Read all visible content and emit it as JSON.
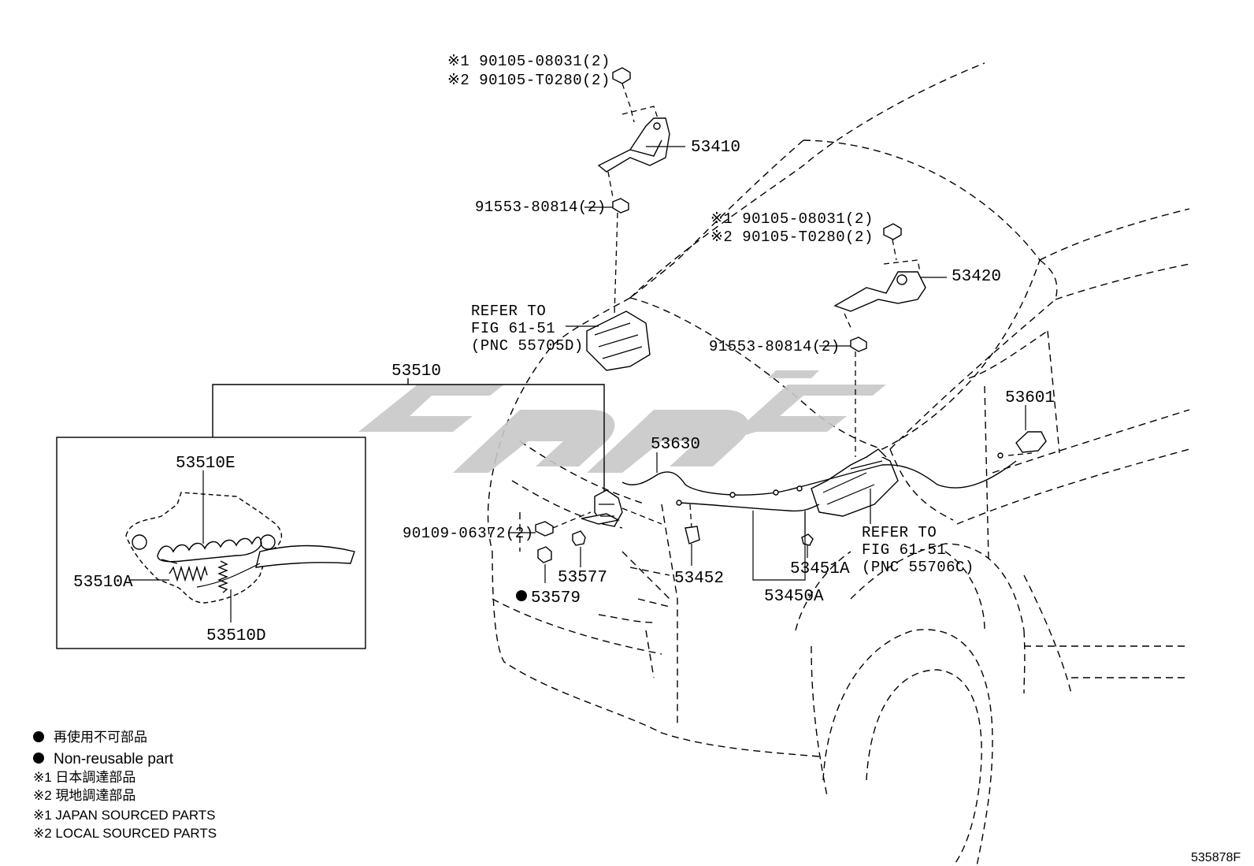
{
  "diagram": {
    "figure_code": "535878F",
    "labels": {
      "bolt_top_1": "※1 90105-08031(2)",
      "bolt_top_2": "※2 90105-T0280(2)",
      "hinge_left": "53410",
      "nut_left": "91553-80814(2)",
      "bolt_right_1": "※1 90105-08031(2)",
      "bolt_right_2": "※2 90105-T0280(2)",
      "hinge_right": "53420",
      "nut_right": "91553-80814(2)",
      "refer_left_1": "REFER TO",
      "refer_left_2": "FIG 61-51",
      "refer_left_3": "(PNC 55705D)",
      "refer_right_1": "REFER TO",
      "refer_right_2": "FIG 61-51",
      "refer_right_3": "(PNC 55706C)",
      "lock_assy": "53510",
      "lock_spring_e": "53510E",
      "lock_spring_a": "53510A",
      "lock_spring_d": "53510D",
      "lock_bolt": "90109-06372(2)",
      "cushion_577": "53577",
      "cushion_579": "53579",
      "cable": "53630",
      "clamp_452": "53452",
      "clip_451a": "53451A",
      "cable_assy": "53450A",
      "lever": "53601"
    },
    "legend": {
      "jp_nonreusable": "再使用不可部品",
      "en_nonreusable": "Non-reusable part",
      "jp_japan": "※1 日本調達部品",
      "jp_local": "※2 現地調達部品",
      "en_japan": "※1 JAPAN SOURCED PARTS",
      "en_local": "※2 LOCAL SOURCED PARTS"
    },
    "colors": {
      "line": "#000000",
      "watermark": "#c8c8c8"
    }
  }
}
